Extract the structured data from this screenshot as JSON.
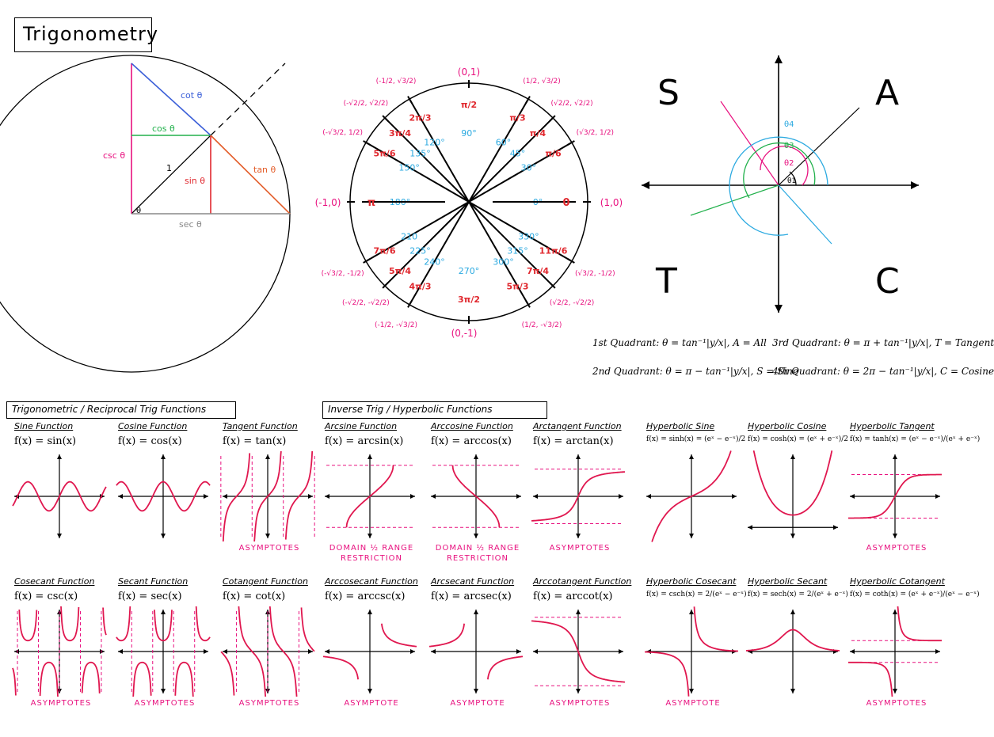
{
  "title": "Trigonometry",
  "triangle": {
    "labels": {
      "cot": "cot θ",
      "cos": "cos θ",
      "csc": "csc θ",
      "one": "1",
      "sin": "sin θ",
      "tan": "tan θ",
      "sec": "sec θ",
      "theta": "θ"
    }
  },
  "unit_circle": {
    "top": "(0,1)",
    "bottom": "(0,-1)",
    "left": "(-1,0)",
    "right": "(1,0)",
    "angles": [
      {
        "deg": "0°",
        "rad": "0",
        "coord": "(1,0)"
      },
      {
        "deg": "30°",
        "rad": "π/6",
        "coord": "(√3/2, 1/2)"
      },
      {
        "deg": "45°",
        "rad": "π/4",
        "coord": "(√2/2, √2/2)"
      },
      {
        "deg": "60°",
        "rad": "π/3",
        "coord": "(1/2, √3/2)"
      },
      {
        "deg": "90°",
        "rad": "π/2",
        "coord": "(0,1)"
      },
      {
        "deg": "120°",
        "rad": "2π/3",
        "coord": "(-1/2, √3/2)"
      },
      {
        "deg": "135°",
        "rad": "3π/4",
        "coord": "(-√2/2, √2/2)"
      },
      {
        "deg": "150°",
        "rad": "5π/6",
        "coord": "(-√3/2, 1/2)"
      },
      {
        "deg": "180°",
        "rad": "π",
        "coord": "(-1,0)"
      },
      {
        "deg": "210",
        "rad": "7π/6",
        "coord": "(-√3/2, -1/2)"
      },
      {
        "deg": "225°",
        "rad": "5π/4",
        "coord": "(-√2/2, -√2/2)"
      },
      {
        "deg": "240°",
        "rad": "4π/3",
        "coord": "(-1/2, -√3/2)"
      },
      {
        "deg": "270°",
        "rad": "3π/2",
        "coord": "(0,-1)"
      },
      {
        "deg": "300°",
        "rad": "5π/3",
        "coord": "(1/2, -√3/2)"
      },
      {
        "deg": "315°",
        "rad": "7π/4",
        "coord": "(√2/2, -√2/2)"
      },
      {
        "deg": "330°",
        "rad": "11π/6",
        "coord": "(√3/2, -1/2)"
      }
    ]
  },
  "quadrants": {
    "S": "S",
    "A": "A",
    "T": "T",
    "C": "C",
    "theta_labels": [
      "θ1",
      "θ2",
      "θ3",
      "θ4"
    ],
    "rules": [
      "1st Quadrant: θ = tan⁻¹|y/x|, A = All",
      "2nd Quadrant: θ = π − tan⁻¹|y/x|, S = Sine",
      "3rd Quadrant: θ = π + tan⁻¹|y/x|, T = Tangent",
      "4th Quadrant: θ = 2π − tan⁻¹|y/x|, C = Cosine"
    ]
  },
  "sections": {
    "trig": "Trigonometric / Reciprocal Trig Functions",
    "inverse": "Inverse Trig / Hyperbolic Functions"
  },
  "functions": [
    {
      "title": "Sine Function",
      "def": "f(x) = sin(x)",
      "note": ""
    },
    {
      "title": "Cosine Function",
      "def": "f(x) = cos(x)",
      "note": ""
    },
    {
      "title": "Tangent Function",
      "def": "f(x) = tan(x)",
      "note": "ASYMPTOTES"
    },
    {
      "title": "Arcsine Function",
      "def": "f(x) = arcsin(x)",
      "note": "DOMAIN ½ RANGE RESTRICTION"
    },
    {
      "title": "Arccosine Function",
      "def": "f(x) = arccos(x)",
      "note": "DOMAIN ½ RANGE RESTRICTION"
    },
    {
      "title": "Arctangent Function",
      "def": "f(x) = arctan(x)",
      "note": "ASYMPTOTES"
    },
    {
      "title": "Hyperbolic Sine",
      "def": "f(x) = sinh(x) = (eˣ − e⁻ˣ)/2",
      "note": ""
    },
    {
      "title": "Hyperbolic Cosine",
      "def": "f(x) = cosh(x) = (eˣ + e⁻ˣ)/2",
      "note": ""
    },
    {
      "title": "Hyperbolic Tangent",
      "def": "f(x) = tanh(x) = (eˣ − e⁻ˣ)/(eˣ + e⁻ˣ)",
      "note": "ASYMPTOTES"
    },
    {
      "title": "Cosecant Function",
      "def": "f(x) = csc(x)",
      "note": "ASYMPTOTES"
    },
    {
      "title": "Secant Function",
      "def": "f(x) = sec(x)",
      "note": "ASYMPTOTES"
    },
    {
      "title": "Cotangent Function",
      "def": "f(x) = cot(x)",
      "note": "ASYMPTOTES"
    },
    {
      "title": "Arccosecant Function",
      "def": "f(x) = arccsc(x)",
      "note": "ASYMPTOTE"
    },
    {
      "title": "Arcsecant Function",
      "def": "f(x) = arcsec(x)",
      "note": "ASYMPTOTE"
    },
    {
      "title": "Arccotangent Function",
      "def": "f(x) = arccot(x)",
      "note": "ASYMPTOTES"
    },
    {
      "title": "Hyperbolic Cosecant",
      "def": "f(x) = csch(x) = 2/(eˣ − e⁻ˣ)",
      "note": "ASYMPTOTE"
    },
    {
      "title": "Hyperbolic Secant",
      "def": "f(x) = sech(x) = 2/(eˣ + e⁻ˣ)",
      "note": ""
    },
    {
      "title": "Hyperbolic Cotangent",
      "def": "f(x) = coth(x) = (eˣ + e⁻ˣ)/(eˣ − e⁻ˣ)",
      "note": "ASYMPTOTES"
    }
  ],
  "colors": {
    "pink": "#e8117f",
    "blue": "#2aa9e0",
    "red": "#e0282e",
    "green": "#22b14c",
    "gray": "#888888",
    "orange": "#e35d2a",
    "royal": "#3b5fd8"
  }
}
